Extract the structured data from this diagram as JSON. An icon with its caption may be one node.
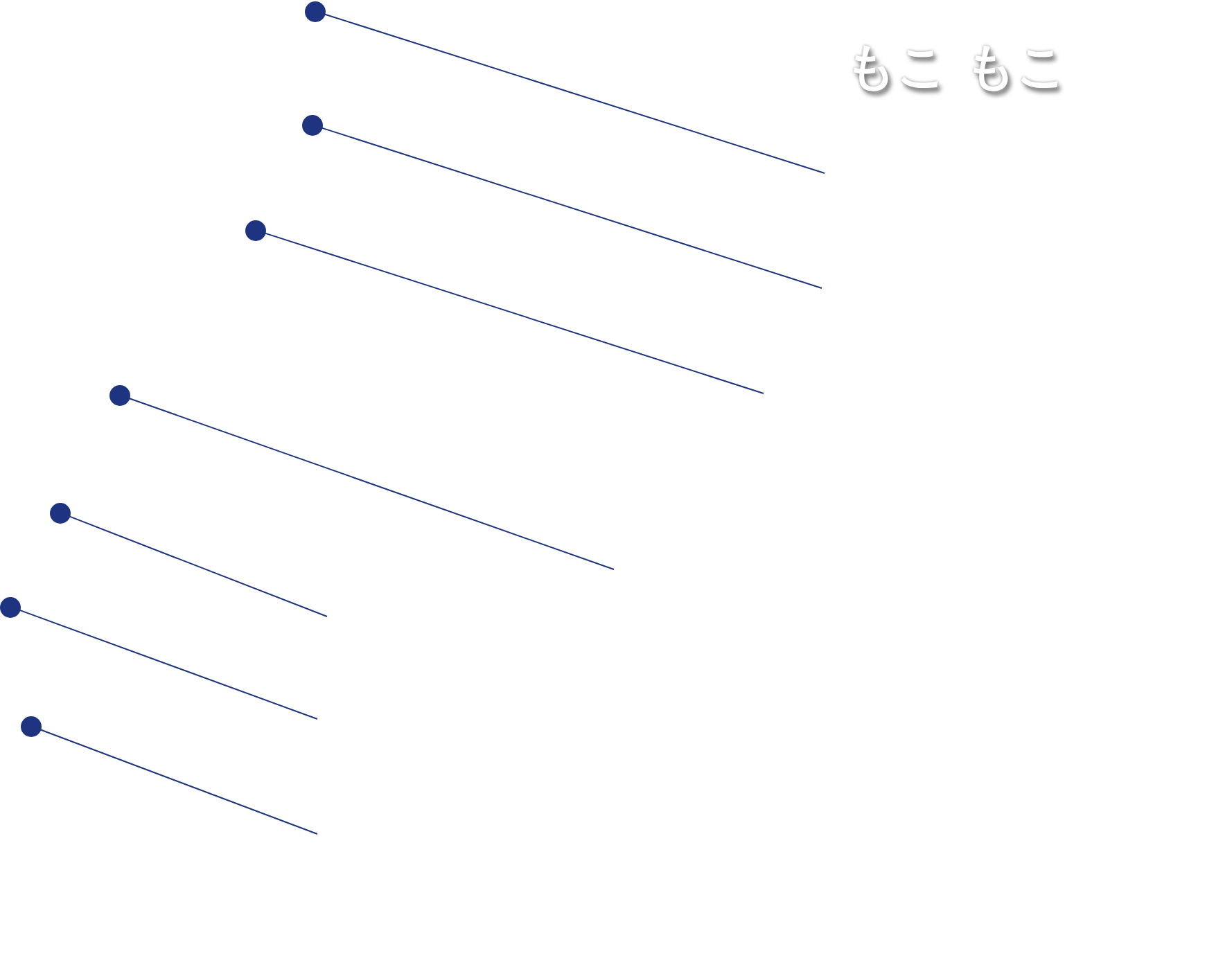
{
  "diagram": {
    "nodes": [
      {
        "text": [],
        "shape": "circle"
      },
      {
        "text": [],
        "shape": "circle"
      },
      {
        "text": [],
        "shape": "circle"
      },
      {
        "text": [],
        "shape": "circle"
      },
      {
        "text": [],
        "shape": "circle"
      },
      {
        "text": [],
        "shape": "circle"
      },
      {
        "text": [],
        "shape": "circle"
      }
    ],
    "edges": [
      {
        "from": 0,
        "to": null,
        "arrow": "none"
      },
      {
        "from": 1,
        "to": null,
        "arrow": "none"
      },
      {
        "from": 2,
        "to": null,
        "arrow": "none"
      },
      {
        "from": 3,
        "to": null,
        "arrow": "none"
      },
      {
        "from": 4,
        "to": null,
        "arrow": "none"
      },
      {
        "from": 5,
        "to": null,
        "arrow": "none"
      },
      {
        "from": 6,
        "to": null,
        "arrow": "none"
      }
    ],
    "labels": [
      "もこ もこ"
    ]
  }
}
